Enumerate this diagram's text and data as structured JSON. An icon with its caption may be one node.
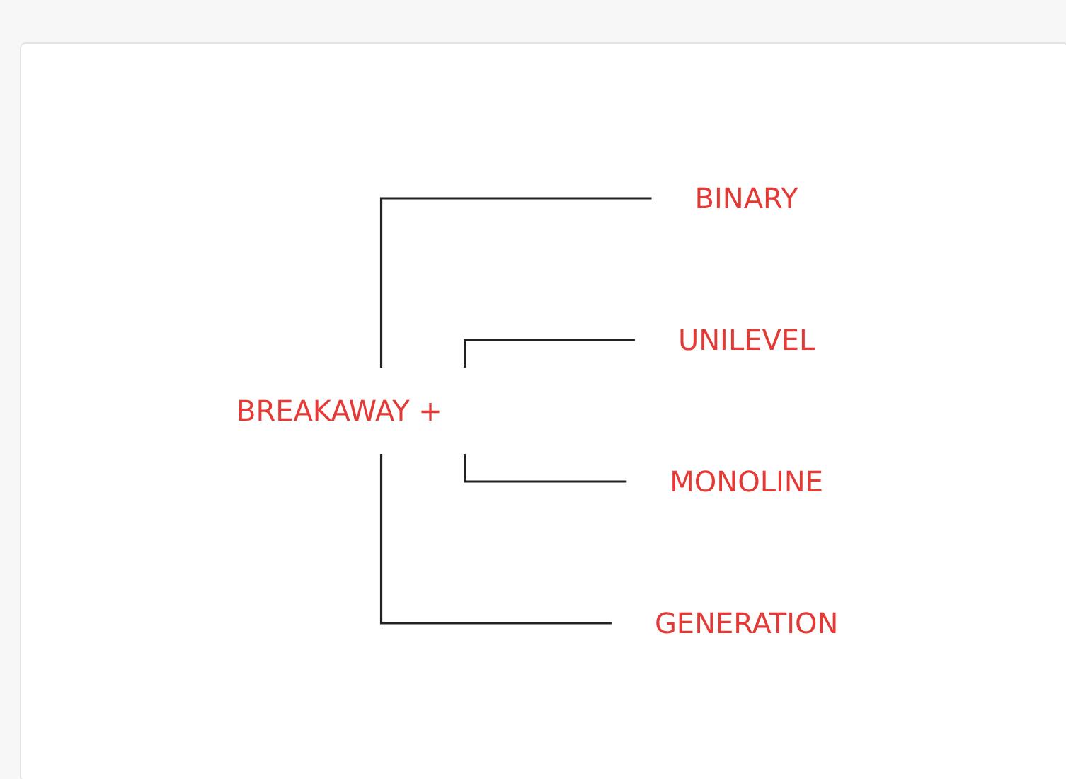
{
  "diagram": {
    "nodes": [
      {
        "text": [
          "BREAKAWAY +"
        ]
      },
      {
        "text": [
          "BINARY"
        ]
      },
      {
        "text": [
          "UNILEVEL"
        ]
      },
      {
        "text": [
          "MONOLINE"
        ]
      },
      {
        "text": [
          "GENERATION"
        ]
      }
    ],
    "edges": [
      {
        "from": 0,
        "to": 1,
        "arrow": "none"
      },
      {
        "from": 0,
        "to": 2,
        "arrow": "none"
      },
      {
        "from": 0,
        "to": 3,
        "arrow": "none"
      },
      {
        "from": 0,
        "to": 4,
        "arrow": "none"
      }
    ]
  }
}
